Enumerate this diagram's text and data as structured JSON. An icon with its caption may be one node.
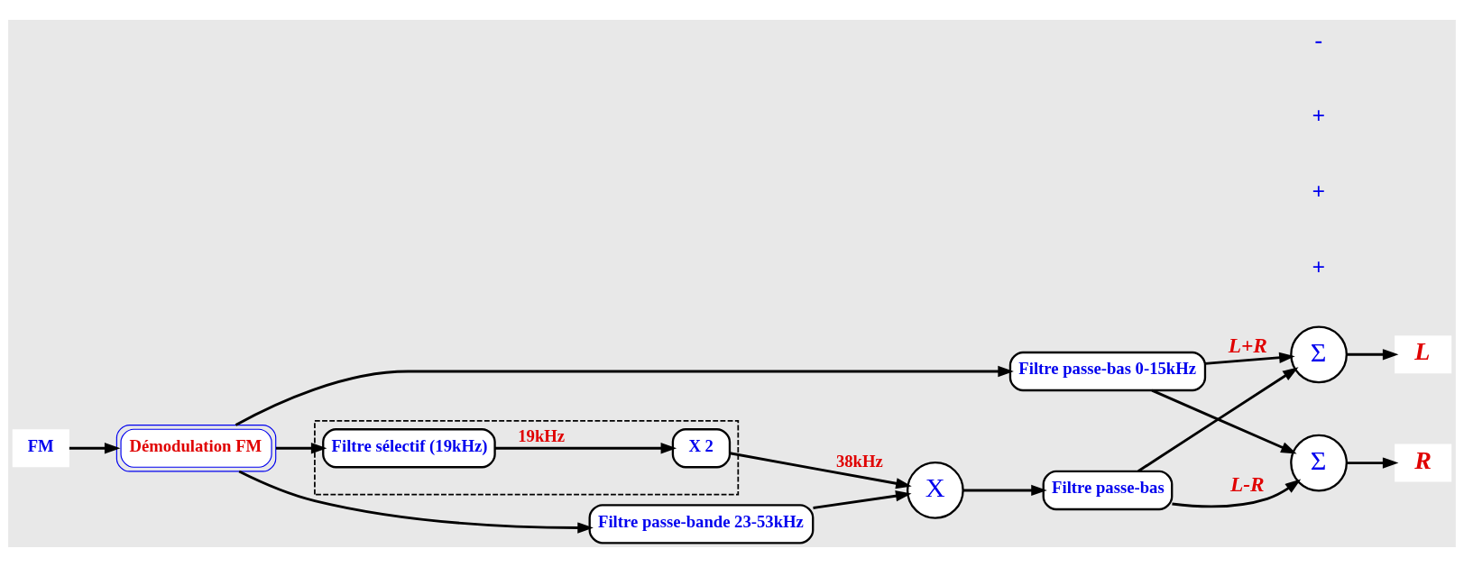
{
  "diagram": {
    "nodes": [
      {
        "text": [
          "FM"
        ]
      },
      {
        "text": [
          "Démodulation FM"
        ]
      },
      {
        "text": [
          "Filtre passe-bas 0-15kHz"
        ]
      },
      {
        "text": [
          "Filtre passe-bande 23-53kHz"
        ]
      },
      {
        "text": [],
        "shape": "box"
      },
      {
        "text": [
          "Filtre sélectif (19kHz)"
        ],
        "in": 4
      },
      {
        "text": [
          "X 2"
        ],
        "in": 4
      },
      {
        "text": [
          "X"
        ]
      },
      {
        "text": [
          "Filtre passe-bas"
        ]
      },
      {
        "text": [
          "Σ"
        ]
      },
      {
        "text": [
          "Σ"
        ]
      },
      {
        "text": [
          "L"
        ]
      },
      {
        "text": [
          "R"
        ]
      }
    ],
    "edges": [
      {
        "from": 0,
        "to": 1,
        "arrow": "to"
      },
      {
        "from": 1,
        "to": 2,
        "arrow": "to"
      },
      {
        "from": 1,
        "to": 3,
        "arrow": "to"
      },
      {
        "from": 1,
        "to": 5,
        "arrow": "to"
      },
      {
        "from": 2,
        "to": 9,
        "arrow": "to",
        "label": "L+R"
      },
      {
        "from": 2,
        "to": 10,
        "arrow": "to"
      },
      {
        "from": 3,
        "to": 7,
        "arrow": "to"
      },
      {
        "from": 5,
        "to": 6,
        "arrow": "to",
        "label": "19kHz"
      },
      {
        "from": 6,
        "to": 7,
        "arrow": "to",
        "label": "38kHz"
      },
      {
        "from": 7,
        "to": 8,
        "arrow": "to"
      },
      {
        "from": 8,
        "to": 9,
        "arrow": "to"
      },
      {
        "from": 8,
        "to": 10,
        "arrow": "to",
        "label": "L-R"
      },
      {
        "from": 9,
        "to": 11,
        "arrow": "to"
      },
      {
        "from": 10,
        "to": 12,
        "arrow": "to"
      }
    ],
    "labels": [
      "+",
      "+",
      "+",
      "-"
    ]
  }
}
